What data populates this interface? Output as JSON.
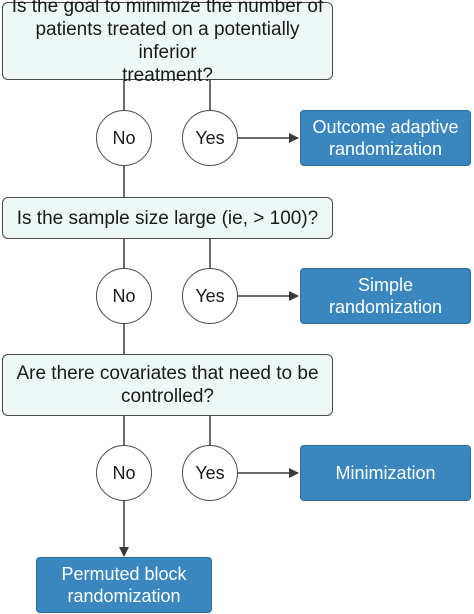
{
  "questions": [
    "Is the goal to minimize the number of\npatients treated on a potentially inferior\ntreatment?",
    "Is the sample size large (ie, > 100)?",
    "Are there covariates that need to be\ncontrolled?"
  ],
  "outcomes": [
    "Outcome adaptive\nrandomization",
    "Simple\nrandomization",
    "Minimization",
    "Permuted block\nrandomization"
  ],
  "branch_labels": {
    "no": "No",
    "yes": "Yes"
  },
  "colors": {
    "question_fill": "#eef8f7",
    "outcome_fill": "#3a87c0",
    "line": "#4a4a4a"
  }
}
